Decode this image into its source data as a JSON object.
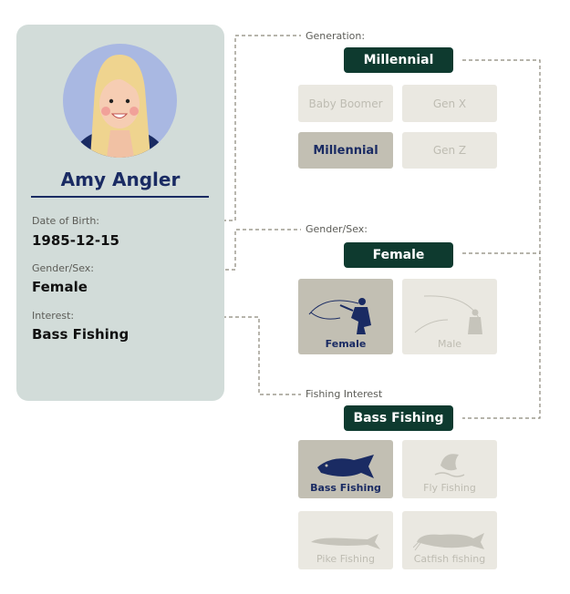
{
  "profile": {
    "name": "Amy Angler",
    "dob_label": "Date of Birth:",
    "dob_value": "1985-12-15",
    "gender_label": "Gender/Sex:",
    "gender_value": "Female",
    "interest_label": "Interest:",
    "interest_value": "Bass Fishing"
  },
  "generation": {
    "label": "Generation:",
    "selected": "Millennial",
    "options": [
      "Baby Boomer",
      "Gen X",
      "Millennial",
      "Gen Z"
    ]
  },
  "gender": {
    "label": "Gender/Sex:",
    "selected": "Female",
    "options": [
      "Female",
      "Male"
    ]
  },
  "interest": {
    "label": "Fishing Interest",
    "selected": "Bass Fishing",
    "options": [
      "Bass Fishing",
      "Fly Fishing",
      "Pike Fishing",
      "Catfish fishing"
    ]
  },
  "colors": {
    "card": "#d2dcd9",
    "accent_green": "#0e3a2f",
    "navy": "#1a2b63",
    "option_bg": "#eae8e1",
    "option_selected_bg": "#c2bfb3",
    "connector": "#8a8679"
  }
}
